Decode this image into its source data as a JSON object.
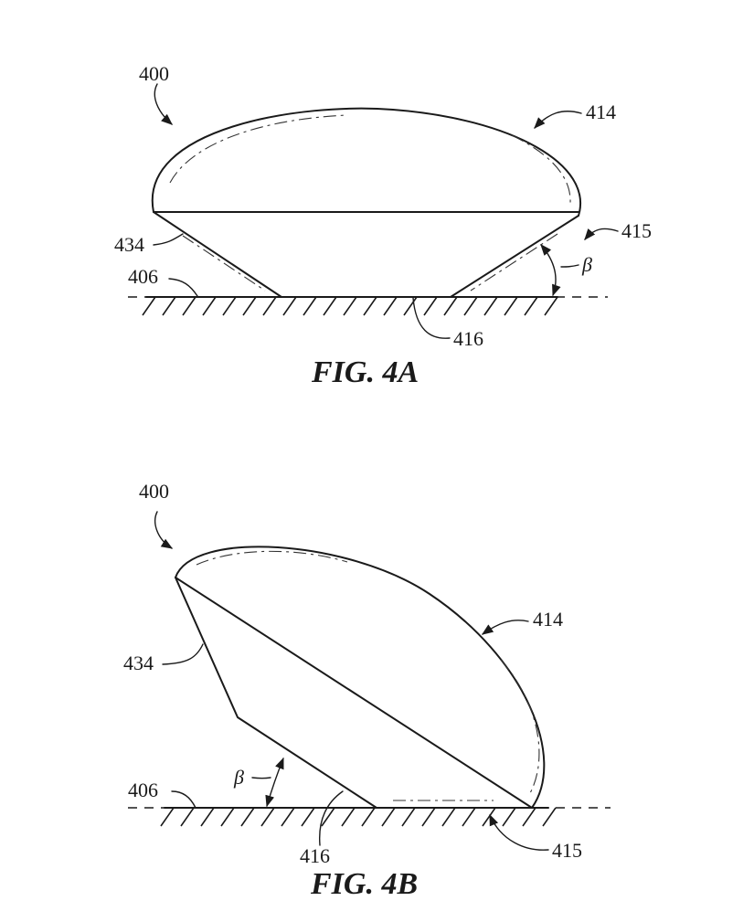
{
  "fig_a": {
    "caption": "FIG. 4A",
    "ref_device": "400",
    "ref_cap": "414",
    "ref_side": "415",
    "ref_edge": "434",
    "ref_surface": "406",
    "ref_contact": "416",
    "angle_symbol": "β"
  },
  "fig_b": {
    "caption": "FIG. 4B",
    "ref_device": "400",
    "ref_cap": "414",
    "ref_side": "415",
    "ref_edge": "434",
    "ref_surface": "406",
    "ref_contact": "416",
    "angle_symbol": "β"
  }
}
